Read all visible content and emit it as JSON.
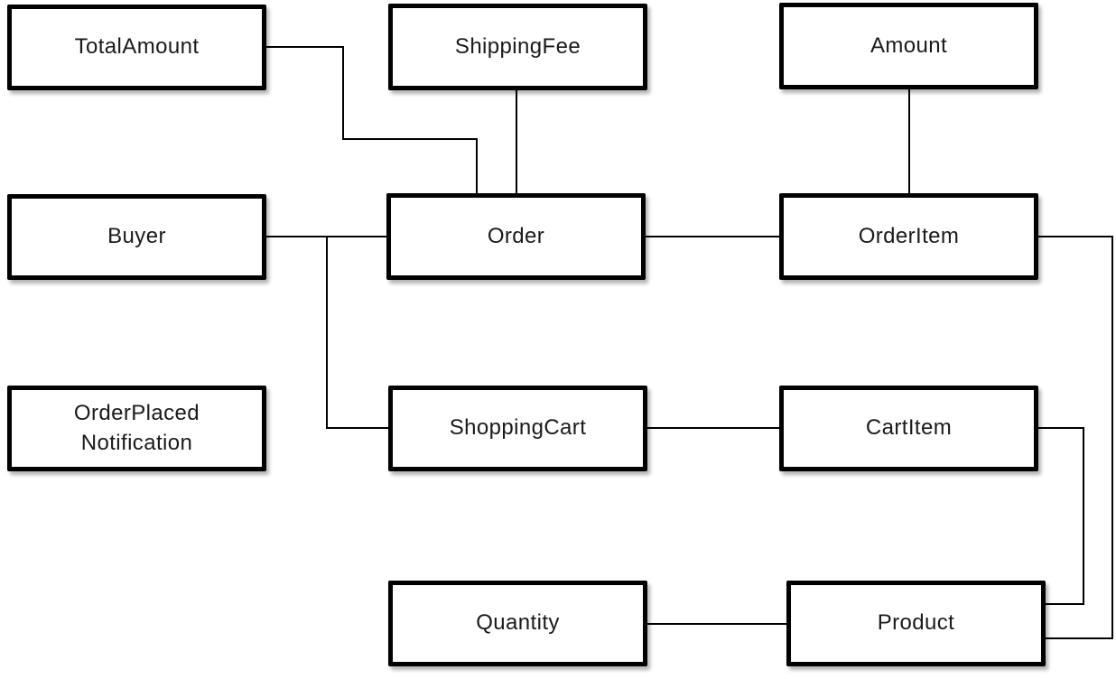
{
  "diagram": {
    "title": "Order domain model diagram",
    "colors": {
      "background": "#ffffff",
      "node_fill": "#ffffff",
      "node_border": "#000000",
      "edge": "#000000",
      "text": "#1a1a1a"
    },
    "nodes": [
      {
        "id": "total-amount",
        "label": "TotalAmount"
      },
      {
        "id": "shipping-fee",
        "label": "ShippingFee"
      },
      {
        "id": "amount",
        "label": "Amount"
      },
      {
        "id": "buyer",
        "label": "Buyer"
      },
      {
        "id": "order",
        "label": "Order"
      },
      {
        "id": "order-item",
        "label": "OrderItem"
      },
      {
        "id": "order-placed-notification",
        "label": "OrderPlaced\nNotification"
      },
      {
        "id": "shopping-cart",
        "label": "ShoppingCart"
      },
      {
        "id": "cart-item",
        "label": "CartItem"
      },
      {
        "id": "quantity",
        "label": "Quantity"
      },
      {
        "id": "product",
        "label": "Product"
      }
    ],
    "edges": [
      {
        "from": "total-amount",
        "to": "order"
      },
      {
        "from": "shipping-fee",
        "to": "order"
      },
      {
        "from": "amount",
        "to": "order-item"
      },
      {
        "from": "buyer",
        "to": "order"
      },
      {
        "from": "buyer",
        "to": "shopping-cart"
      },
      {
        "from": "order",
        "to": "order-item"
      },
      {
        "from": "shopping-cart",
        "to": "cart-item"
      },
      {
        "from": "cart-item",
        "to": "product"
      },
      {
        "from": "order-item",
        "to": "product"
      },
      {
        "from": "quantity",
        "to": "product"
      }
    ]
  }
}
